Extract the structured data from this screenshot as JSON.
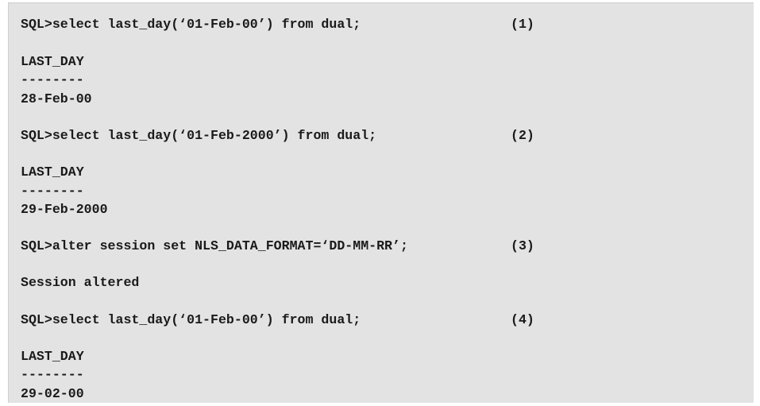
{
  "blocks": [
    {
      "command": "SQL>select last_day(‘01-Feb-00’) from dual;",
      "number": "(1)",
      "header": "LAST_DAY",
      "separator": "--------",
      "result": "28-Feb-00"
    },
    {
      "command": "SQL>select last_day(‘01-Feb-2000’) from dual;",
      "number": "(2)",
      "header": "LAST_DAY",
      "separator": "--------",
      "result": "29-Feb-2000"
    },
    {
      "command": "SQL>alter session set NLS_DATA_FORMAT=‘DD-MM-RR’;",
      "number": "(3)",
      "message": "Session altered"
    },
    {
      "command": "SQL>select last_day(‘01-Feb-00’) from dual;",
      "number": "(4)",
      "header": "LAST_DAY",
      "separator": "--------",
      "result": "29-02-00"
    }
  ]
}
